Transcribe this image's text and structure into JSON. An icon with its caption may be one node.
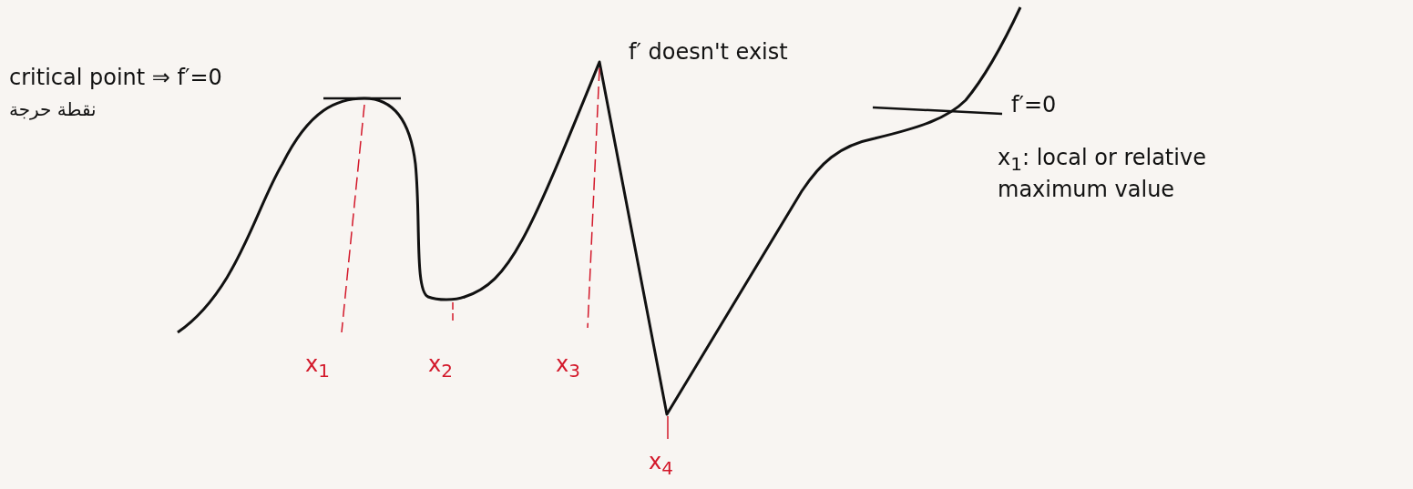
{
  "diagram": {
    "labels": [
      "critical point ⇒ f′=0",
      "نقطة حرجة",
      "f′ doesn't exist",
      "f′=0",
      "x$_{1}$: local or relative maximum value",
      "x$_{1}$",
      "x$_{2}$",
      "x$_{3}$",
      "x$_{4}$"
    ]
  }
}
